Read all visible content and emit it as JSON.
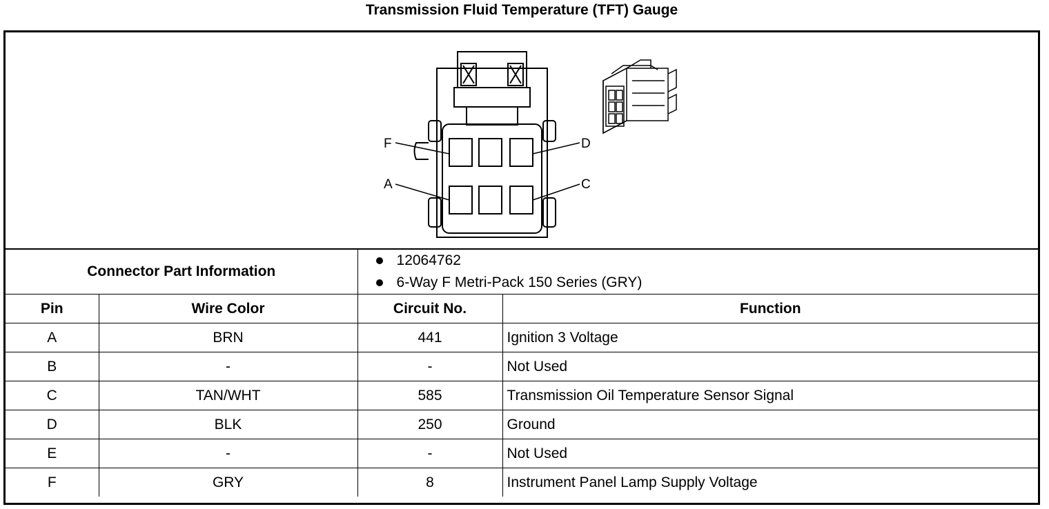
{
  "title": "Transmission Fluid Temperature (TFT) Gauge",
  "diagram": {
    "pin_labels": [
      "F",
      "D",
      "A",
      "C"
    ]
  },
  "connector": {
    "label": "Connector Part Information",
    "items": [
      "12064762",
      "6-Way F Metri-Pack 150 Series (GRY)"
    ]
  },
  "table": {
    "headers": [
      "Pin",
      "Wire Color",
      "Circuit No.",
      "Function"
    ],
    "rows": [
      [
        "A",
        "BRN",
        "441",
        "Ignition 3 Voltage"
      ],
      [
        "B",
        "-",
        "-",
        "Not Used"
      ],
      [
        "C",
        "TAN/WHT",
        "585",
        "Transmission Oil Temperature Sensor Signal"
      ],
      [
        "D",
        "BLK",
        "250",
        "Ground"
      ],
      [
        "E",
        "-",
        "-",
        "Not Used"
      ],
      [
        "F",
        "GRY",
        "8",
        "Instrument Panel Lamp Supply Voltage"
      ]
    ]
  }
}
